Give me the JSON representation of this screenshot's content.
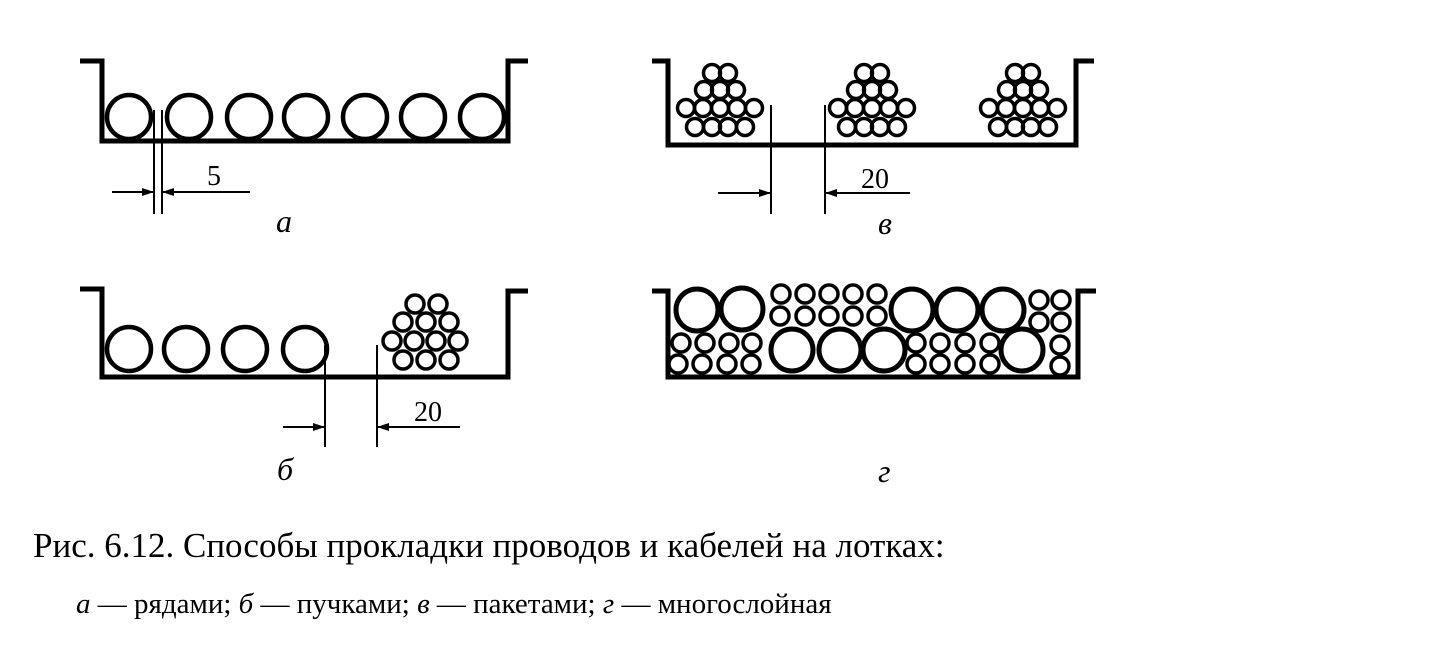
{
  "figure": {
    "panels": {
      "a": {
        "letter": "а",
        "dimension": "5"
      },
      "v": {
        "letter": "в",
        "dimension": "20"
      },
      "b": {
        "letter": "б",
        "dimension": "20"
      },
      "g": {
        "letter": "г"
      }
    },
    "caption": "Рис. 6.12. Способы прокладки проводов и кабелей на лотках:",
    "legend": [
      {
        "letter": "а",
        "text": " — рядами; "
      },
      {
        "letter": "б",
        "text": " — пучками; "
      },
      {
        "letter": "в",
        "text": " — пакетами; "
      },
      {
        "letter": "г",
        "text": " — многослойная"
      }
    ]
  }
}
